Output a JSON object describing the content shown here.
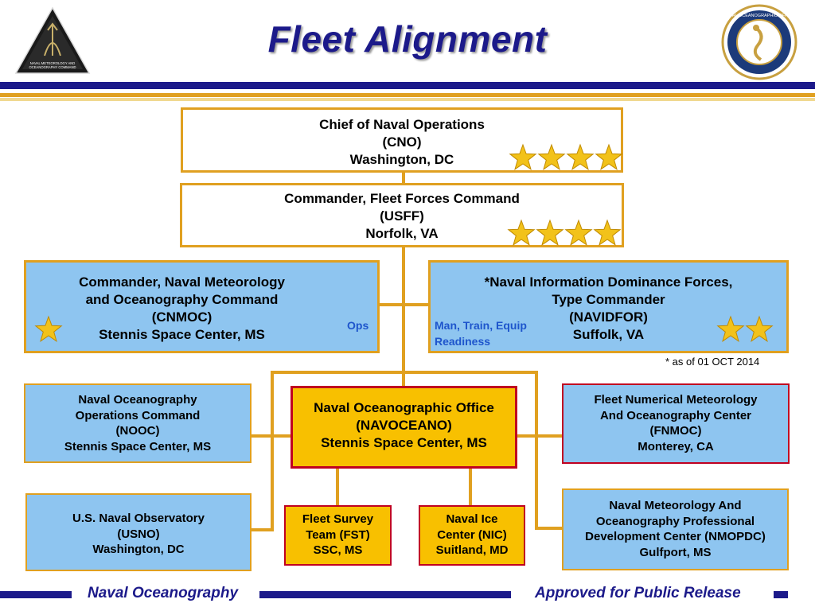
{
  "header": {
    "title": "Fleet Alignment",
    "logo_left_text": "NAVAL METEOROLOGY AND OCEANOGRAPHY COMMAND",
    "logo_right_text": "NAVAL OCEANOGRAPHIC OFFICE"
  },
  "colors": {
    "navy": "#1c1a8a",
    "gold": "#e0a020",
    "light_blue": "#8ec5f0",
    "yellow": "#f8c000",
    "red": "#c00020",
    "note_blue": "#1e55cc"
  },
  "org": {
    "cno": {
      "line1": "Chief of Naval Operations",
      "line2": "(CNO)",
      "line3": "Washington, DC",
      "stars": 4
    },
    "usff": {
      "line1": "Commander, Fleet Forces Command",
      "line2": "(USFF)",
      "line3": "Norfolk, VA",
      "stars": 4
    },
    "cnmoc": {
      "line1": "Commander, Naval Meteorology",
      "line2": "and Oceanography Command",
      "line3": "(CNMOC)",
      "line4": "Stennis Space Center, MS",
      "stars": 1,
      "note": "Ops"
    },
    "navidfor": {
      "line1": "*Naval Information Dominance Forces,",
      "line2": "Type Commander",
      "line3": "(NAVIDFOR)",
      "line4": "Suffolk, VA",
      "stars": 2,
      "note_line1": "Man, Train, Equip",
      "note_line2": "Readiness"
    },
    "footnote": "* as of 01 OCT 2014",
    "nooc": {
      "line1": "Naval Oceanography",
      "line2": "Operations Command",
      "line3": "(NOOC)",
      "line4": "Stennis Space Center, MS"
    },
    "navoceano": {
      "line1": "Naval Oceanographic Office",
      "line2": "(NAVOCEANO)",
      "line3": "Stennis Space Center, MS"
    },
    "fnmoc": {
      "line1": "Fleet Numerical Meteorology",
      "line2": "And Oceanography Center",
      "line3": "(FNMOC)",
      "line4": "Monterey, CA"
    },
    "usno": {
      "line1": "U.S. Naval Observatory",
      "line2": "(USNO)",
      "line3": "Washington, DC"
    },
    "fst": {
      "line1": "Fleet Survey",
      "line2": "Team (FST)",
      "line3": "SSC, MS"
    },
    "nic": {
      "line1": "Naval Ice",
      "line2": "Center (NIC)",
      "line3": "Suitland, MD"
    },
    "nmopdc": {
      "line1": "Naval Meteorology And",
      "line2": "Oceanography Professional",
      "line3": "Development Center (NMOPDC)",
      "line4": "Gulfport, MS"
    }
  },
  "footer": {
    "left": "Naval Oceanography",
    "right": "Approved for Public Release"
  }
}
